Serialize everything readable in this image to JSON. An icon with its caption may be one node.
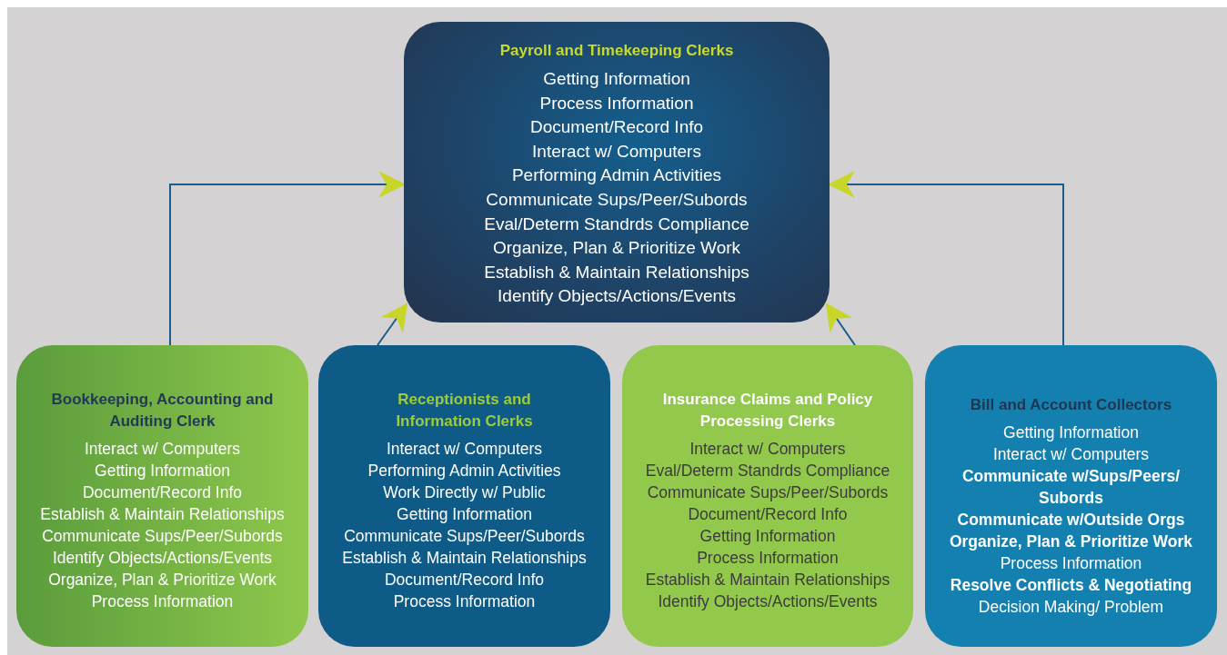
{
  "diagram": {
    "nodes": [
      {
        "text": [
          "Payroll and Timekeeping Clerks",
          "Getting Information",
          "Process Information",
          "Document/Record Info",
          "Interact w/ Computers",
          "Performing Admin Activities",
          "Communicate Sups/Peer/Subords",
          "Eval/Determ Standrds Compliance",
          "Organize, Plan & Prioritize Work",
          "Establish & Maintain Relationships",
          "Identify Objects/Actions/Events"
        ]
      },
      {
        "text": [
          "Bookkeeping, Accounting and Auditing Clerk",
          "Interact w/ Computers",
          "Getting Information",
          "Document/Record Info",
          "Establish & Maintain Relationships",
          "Communicate Sups/Peer/Subords",
          "Identify Objects/Actions/Events",
          "Organize, Plan & Prioritize Work",
          "Process Information"
        ]
      },
      {
        "text": [
          "Receptionists and Information Clerks",
          "Interact w/ Computers",
          "Performing Admin Activities",
          "Work Directly w/ Public",
          "Getting Information",
          "Communicate Sups/Peer/Subords",
          "Establish & Maintain Relationships",
          "Document/Record Info",
          "Process Information"
        ]
      },
      {
        "text": [
          "Insurance Claims and Policy Processing Clerks",
          "Interact w/ Computers",
          "Eval/Determ Standrds Compliance",
          "Communicate Sups/Peer/Subords",
          "Document/Record Info",
          "Getting Information",
          "Process Information",
          "Establish & Maintain Relationships",
          "Identify Objects/Actions/Events"
        ]
      },
      {
        "text": [
          "Bill and Account Collectors",
          "Getting Information",
          "Interact w/ Computers",
          "**Communicate w/Sups/Peers/ Subords**",
          "**Communicate w/Outside Orgs**",
          "**Organize, Plan & Prioritize Work**",
          "Process Information",
          "**Resolve Conflicts & Negotiating**",
          "Decision Making/ Problem"
        ]
      }
    ],
    "edges": [
      {
        "from": 1,
        "to": 0,
        "arrow": "to"
      },
      {
        "from": 2,
        "to": 0,
        "arrow": "to"
      },
      {
        "from": 3,
        "to": 0,
        "arrow": "to"
      },
      {
        "from": 4,
        "to": 0,
        "arrow": "to"
      }
    ]
  }
}
